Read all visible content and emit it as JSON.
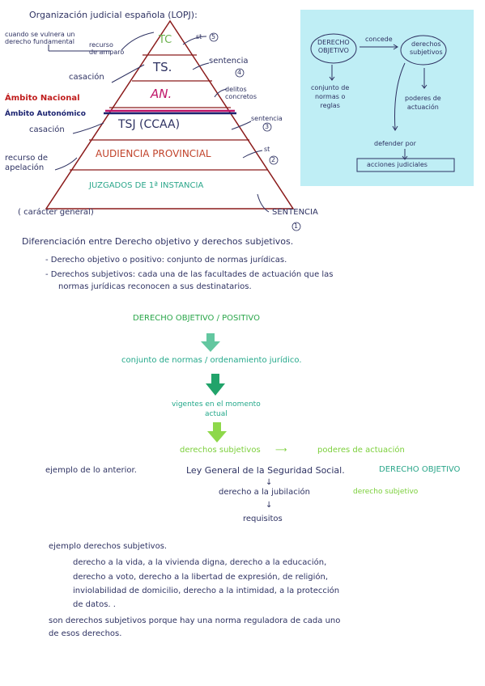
{
  "page_title": "Organización judicial española (LOPJ):",
  "pyramid": {
    "levels": [
      {
        "label": "TC",
        "color": "#6ab04c"
      },
      {
        "label": "TS.",
        "color": "#2e3262"
      },
      {
        "label": "AN.",
        "color": "#c0166a"
      },
      {
        "label": "TSJ (CCAA)",
        "color": "#2e3262"
      },
      {
        "label": "AUDIENCIA PROVINCIAL",
        "color": "#c1432b"
      },
      {
        "label": "JUZGADOS DE 1ª INSTANCIA",
        "color": "#2aa68a"
      }
    ],
    "left_notes": {
      "amparo_condition": "cuando se vulnera un\nderecho fundamental",
      "recurso_amparo": "recurso\nde amparo",
      "casacion_1": "casación",
      "ambito_nacional": "Ámbito Nacional",
      "ambito_autonomico": "Ámbito Autonómico",
      "casacion_2": "casación",
      "recurso_apelacion": "recurso de\napelación",
      "caracter_general": "( carácter general)"
    },
    "right_notes": {
      "st5": "st",
      "st5_num": "5",
      "sentencia4": "sentencia",
      "sentencia4_num": "4",
      "delitos": "delitos\nconcretos",
      "sentencia3": "sentencia",
      "sentencia3_num": "3",
      "st2": "st",
      "st2_num": "2",
      "sentencia1": "SENTENCIA",
      "sentencia1_num": "1"
    }
  },
  "concept_map": {
    "derecho_objetivo": "DERECHO\nOBJETIVO",
    "concede": "concede",
    "derechos_subjetivos": "derechos\nsubjetivos",
    "conjunto": "conjunto de\nnormas o\nreglas",
    "poderes": "poderes de\nactuación",
    "defender": "defender por",
    "acciones": "acciones judiciales"
  },
  "section": {
    "heading": "Diferenciación entre Derecho objetivo y derechos subjetivos.",
    "bullet1": "- Derecho objetivo o positivo: conjunto de normas jurídicas.",
    "bullet2_l1": "- Derechos subjetivos: cada una de las facultades de actuación que las",
    "bullet2_l2": "normas jurídicas reconocen a sus destinatarios."
  },
  "flow": {
    "step1": "DERECHO OBJETIVO / POSITIVO",
    "step2": "conjunto de normas / ordenamiento jurídico.",
    "step3": "vigentes en el momento\nactual",
    "step4a": "derechos subjetivos",
    "step4b": "poderes de actuación"
  },
  "example": {
    "label": "ejemplo de lo anterior.",
    "line1a": "Ley General de la Seguridad Social.",
    "line1b": "DERECHO OBJETIVO",
    "line2a": "derecho a la jubilación",
    "line2b": "derecho subjetivo",
    "line3": "requisitos"
  },
  "examples2": {
    "heading": "ejemplo derechos subjetivos.",
    "l1": "derecho a la vida, a la vivienda digna, derecho a la educación,",
    "l2": "derecho a voto, derecho a la libertad de expresión, de religión,",
    "l3": "inviolabilidad de domicilio, derecho a la intimidad, a la protección",
    "l4": "de datos. .",
    "c1": "son derechos subjetivos porque hay una norma reguladora de cada uno",
    "c2": "de esos derechos."
  }
}
